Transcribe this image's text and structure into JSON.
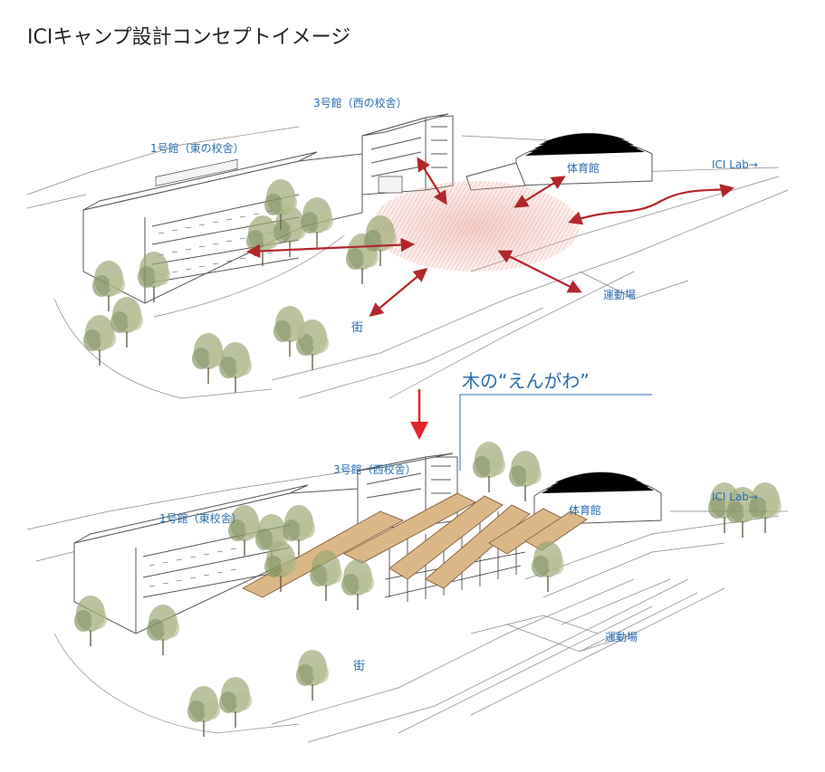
{
  "title": "ICIキャンプ設計コンセプトイメージ",
  "before": {
    "building_3": "3号館（西の校舎）",
    "building_1": "1号館（東の校舎）",
    "gym": "体育館",
    "lab": "ICI Lab→",
    "field": "運動場",
    "town": "街"
  },
  "after": {
    "callout": "木の“えんがわ”",
    "building_3": "3号館（西校舎）",
    "building_1": "1号館（東校舎）",
    "gym": "体育館",
    "lab": "ICI Lab→",
    "field": "運動場",
    "town": "街"
  },
  "colors": {
    "label": "#2a6cb0",
    "arrow": "#b3262b",
    "hatch": "#e8a39a",
    "roof": "#dcb889",
    "tree": "#8f9a6a"
  }
}
